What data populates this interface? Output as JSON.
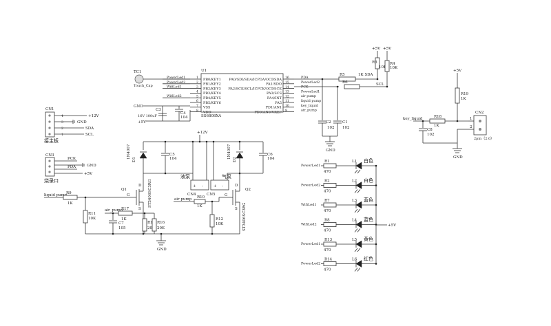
{
  "mcu": {
    "ref": "U1",
    "part": "SS6808XA",
    "left_pins": [
      {
        "num": "1",
        "name": "PB0/KEY1",
        "net": "PowerLed1"
      },
      {
        "num": "2",
        "name": "PB1/KEY2",
        "net": "PowerLed2"
      },
      {
        "num": "3",
        "name": "PB2/KEY3",
        "net": "WifiLed1"
      },
      {
        "num": "4",
        "name": "PB3/KEY4",
        "net": ""
      },
      {
        "num": "5",
        "name": "PB4/KEY5",
        "net": "WifiLed2"
      },
      {
        "num": "6",
        "name": "PB5/KEY6",
        "net": ""
      },
      {
        "num": "7",
        "name": "VSS",
        "net": ""
      },
      {
        "num": "8",
        "name": "VDD",
        "net": ""
      }
    ],
    "right_pins": [
      {
        "num": "16",
        "name": "PA0/SDI/SDA/ICPDA/OCDSDA",
        "net": "PDA"
      },
      {
        "num": "15",
        "name": "PA1/SDO",
        "net": "PowerLed2"
      },
      {
        "num": "14",
        "name": "PA2/SCK/SCL/ICPCK/OCDSCK",
        "net": "PCK"
      },
      {
        "num": "13",
        "name": "PA3/SCS",
        "net": "PowerLed1"
      },
      {
        "num": "12",
        "name": "PA4/INT",
        "net": "air pump"
      },
      {
        "num": "11",
        "name": "PA5",
        "net": "liquid pump"
      },
      {
        "num": "10",
        "name": "PD1/AN1",
        "net": "key_liquid"
      },
      {
        "num": "9",
        "name": "PD0/AN0/VREF",
        "net": "air_pump"
      }
    ]
  },
  "touch": {
    "ref": "TC1",
    "name": "Touch_Cap"
  },
  "labels": {
    "gnd": "GND",
    "vplus5": "+5V",
    "v12": "+12V",
    "v5": "+5V",
    "c3_spec": "16V 100uF",
    "c3": "C3",
    "c4": "C4",
    "v104": "104",
    "v102": "102",
    "v1k": "1K",
    "v10k": "10K",
    "v20k": "20K",
    "v105": "105",
    "v470": "470",
    "pdiode": "1N4007",
    "mos": "ST3406SC3RG",
    "c2": "C2",
    "c1": "C1",
    "r5": "R5",
    "r5_val": "1K SDA",
    "r6": "R6",
    "scl": "SCL",
    "r3": "R3",
    "r4": "R4",
    "r19": "R19",
    "r18": "R18",
    "c8": "C8",
    "cn2": "CN2",
    "cn2_pins": "2pin（2.0）",
    "key_liquid": "key_liquid",
    "cn1": "CN1",
    "cn1_name": "接主板",
    "cn3": "CN3",
    "cn3_name": "烧录口",
    "pin1": "1",
    "pin2": "2",
    "pin3": "3",
    "pin4": "4",
    "sda": "SDA",
    "scl2": "SCL",
    "pck": "PCK",
    "pda": "PDA",
    "c5": "C5",
    "c6": "C6",
    "d1": "D1",
    "d2": "D2",
    "q1": "Q1",
    "q2": "Q2",
    "g": "G",
    "d": "D",
    "s": "S",
    "cn4": "CN4",
    "cn5": "CN5",
    "liquid_pump_label": "液泵",
    "air_pump_label": "气泵",
    "pump_plus": "+",
    "pump_minus": "-",
    "r9": "R9",
    "r11": "R11",
    "r17": "R17",
    "r15": "R15",
    "r16": "R16",
    "c7": "C7",
    "r10": "R10",
    "r12": "R12",
    "liquid_pump_net": "liquid pump",
    "air_pump_net": "air pump",
    "air_pump_net2": "air_pump"
  },
  "leds": [
    {
      "net": "PowerLed1",
      "r": "R1",
      "l": "L1",
      "color": "白色"
    },
    {
      "net": "PowerLed2",
      "r": "R2",
      "l": "L2",
      "color": "白色"
    },
    {
      "net": "WifiLed1",
      "r": "R7",
      "l": "L3",
      "color": "蓝色"
    },
    {
      "net": "WifiLed2",
      "r": "R8",
      "l": "L4",
      "color": "蓝色"
    },
    {
      "net": "PowerLed1",
      "r": "R13",
      "l": "L5",
      "color": "黄色"
    },
    {
      "net": "PowerLed2",
      "r": "R14",
      "l": "L6",
      "color": "红色"
    }
  ]
}
